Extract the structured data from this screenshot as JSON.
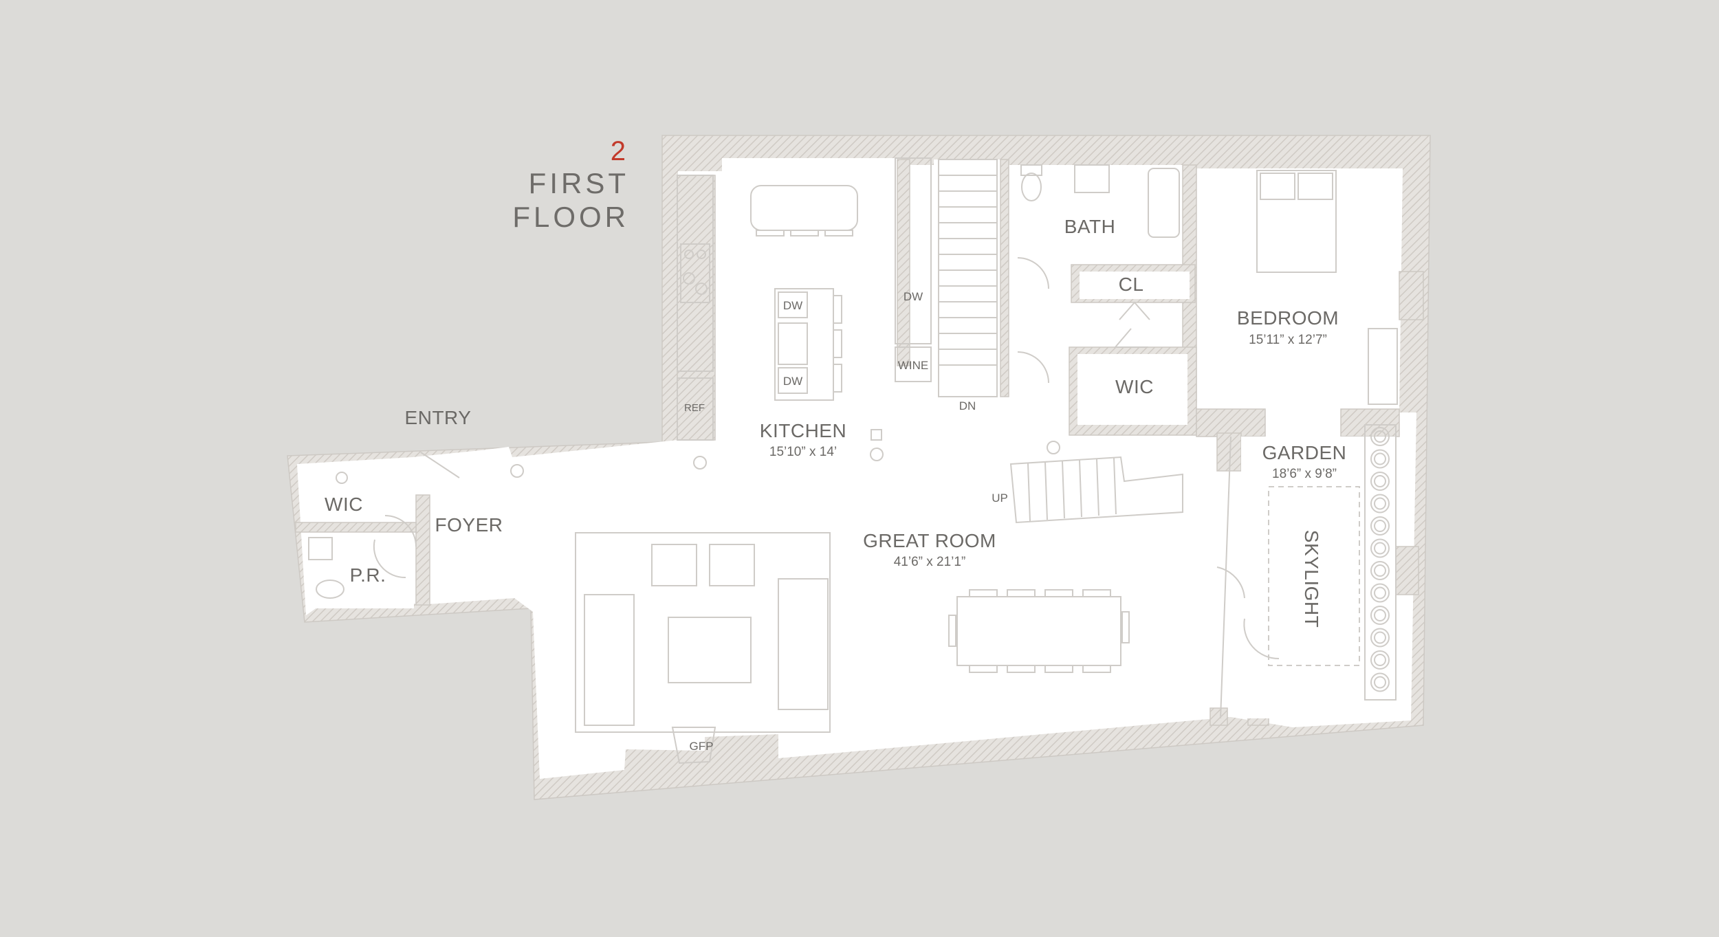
{
  "floor": {
    "number": "2",
    "title_line1": "FIRST",
    "title_line2": "FLOOR"
  },
  "entry_label": "ENTRY",
  "rooms": {
    "kitchen": {
      "name": "KITCHEN",
      "dims": "15’10” x 14’"
    },
    "great_room": {
      "name": "GREAT ROOM",
      "dims": "41’6” x 21’1”"
    },
    "bedroom": {
      "name": "BEDROOM",
      "dims": "15’11” x 12’7”"
    },
    "garden": {
      "name": "GARDEN",
      "dims": "18’6” x 9’8”"
    },
    "bath": {
      "name": "BATH"
    },
    "closet": {
      "name": "CL"
    },
    "wic_bedroom": {
      "name": "WIC"
    },
    "wic_foyer": {
      "name": "WIC"
    },
    "foyer": {
      "name": "FOYER"
    },
    "powder_room": {
      "name": "P.R."
    },
    "skylight": {
      "name": "SKYLIGHT"
    }
  },
  "fixtures": {
    "dw_island_top": "DW",
    "dw_island_bottom": "DW",
    "dw_wall": "DW",
    "wine": "WINE",
    "ref": "REF",
    "stairs_down": "DN",
    "stairs_up": "UP",
    "fireplace": "GFP"
  },
  "colors": {
    "background": "#dcdbd8",
    "floor": "#ffffff",
    "wall_hatch": "#d6d2cd",
    "label_text": "#6b6966",
    "floor_number": "#c23a2b"
  }
}
